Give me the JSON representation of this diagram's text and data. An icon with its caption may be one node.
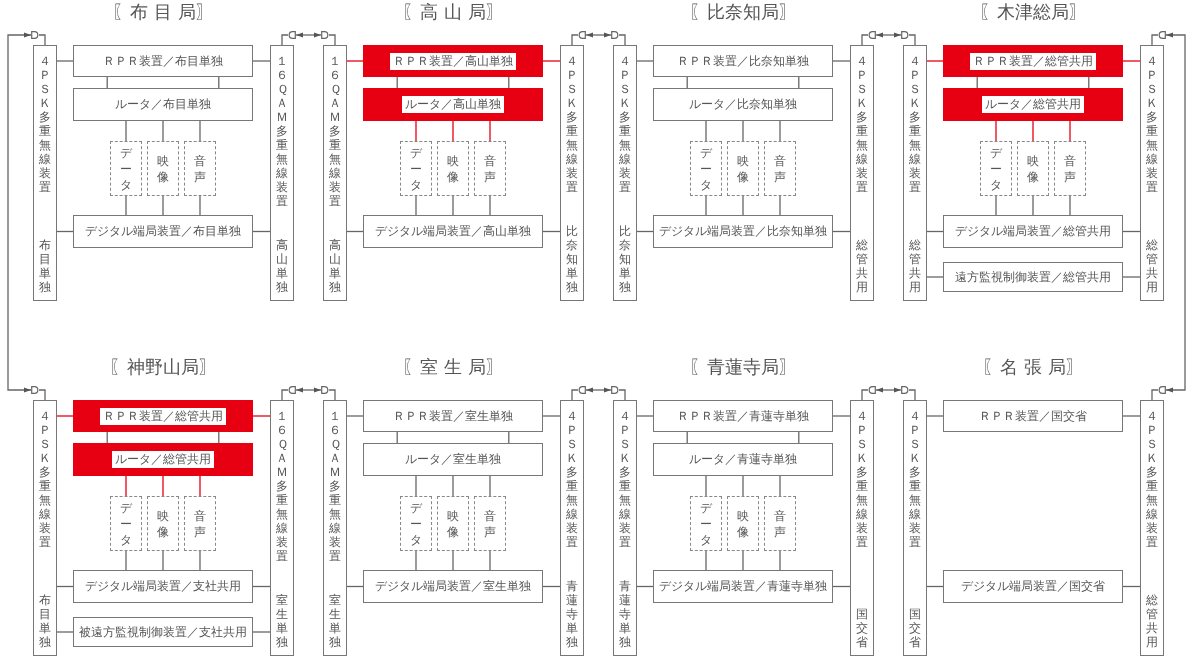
{
  "diagram": {
    "nodes": [
      {
        "text": [],
        "shape": "antenna"
      },
      {
        "text": [
          "４ＰＳＫ多重無線装置",
          "布目単独"
        ]
      },
      {
        "text": [
          "ＲＰＲ装置／布目単独"
        ]
      },
      {
        "text": [
          "ルータ／布目単独"
        ]
      },
      {
        "text": [
          "データ"
        ]
      },
      {
        "text": [
          "映像"
        ]
      },
      {
        "text": [
          "音声"
        ]
      },
      {
        "text": [
          "デジタル端局装置／布目単独"
        ]
      },
      {
        "text": [
          "１６ＱＡＭ多重無線装置",
          "高山単独"
        ]
      },
      {
        "text": [],
        "shape": "antenna"
      },
      {
        "text": [],
        "shape": "antenna"
      },
      {
        "text": [
          "１６ＱＡＭ多重無線装置",
          "高山単独"
        ]
      },
      {
        "text": [
          "ＲＰＲ装置／高山単独"
        ]
      },
      {
        "text": [
          "ルータ／高山単独"
        ]
      },
      {
        "text": [
          "データ"
        ]
      },
      {
        "text": [
          "映像"
        ]
      },
      {
        "text": [
          "音声"
        ]
      },
      {
        "text": [
          "デジタル端局装置／高山単独"
        ]
      },
      {
        "text": [
          "４ＰＳＫ多重無線装置",
          "比奈知単独"
        ]
      },
      {
        "text": [],
        "shape": "antenna"
      },
      {
        "text": [],
        "shape": "antenna"
      },
      {
        "text": [
          "４ＰＳＫ多重無線装置",
          "比奈知単独"
        ]
      },
      {
        "text": [
          "ＲＰＲ装置／比奈知単独"
        ]
      },
      {
        "text": [
          "ルータ／比奈知単独"
        ]
      },
      {
        "text": [
          "データ"
        ]
      },
      {
        "text": [
          "映像"
        ]
      },
      {
        "text": [
          "音声"
        ]
      },
      {
        "text": [
          "デジタル端局装置／比奈知単独"
        ]
      },
      {
        "text": [
          "４ＰＳＫ多重無線装置",
          "総管共用"
        ]
      },
      {
        "text": [],
        "shape": "antenna"
      },
      {
        "text": [],
        "shape": "antenna"
      },
      {
        "text": [
          "４ＰＳＫ多重無線装置",
          "総管共用"
        ]
      },
      {
        "text": [
          "ＲＰＲ装置／総管共用"
        ]
      },
      {
        "text": [
          "ルータ／総管共用"
        ]
      },
      {
        "text": [
          "データ"
        ]
      },
      {
        "text": [
          "映像"
        ]
      },
      {
        "text": [
          "音声"
        ]
      },
      {
        "text": [
          "デジタル端局装置／総管共用"
        ]
      },
      {
        "text": [
          "遠方監視制御装置／総管共用"
        ]
      },
      {
        "text": [
          "４ＰＳＫ多重無線装置",
          "総管共用"
        ]
      },
      {
        "text": [],
        "shape": "antenna"
      },
      {
        "text": [],
        "shape": "antenna"
      },
      {
        "text": [
          "４ＰＳＫ多重無線装置",
          "布目単独"
        ]
      },
      {
        "text": [
          "ＲＰＲ装置／総管共用"
        ]
      },
      {
        "text": [
          "ルータ／総管共用"
        ]
      },
      {
        "text": [
          "データ"
        ]
      },
      {
        "text": [
          "映像"
        ]
      },
      {
        "text": [
          "音声"
        ]
      },
      {
        "text": [
          "デジタル端局装置／支社共用"
        ]
      },
      {
        "text": [
          "被遠方監視制御装置／支社共用"
        ]
      },
      {
        "text": [
          "１６ＱＡＭ多重無線装置",
          "室生単独"
        ]
      },
      {
        "text": [],
        "shape": "antenna"
      },
      {
        "text": [],
        "shape": "antenna"
      },
      {
        "text": [
          "１６ＱＡＭ多重無線装置",
          "室生単独"
        ]
      },
      {
        "text": [
          "ＲＰＲ装置／室生単独"
        ]
      },
      {
        "text": [
          "ルータ／室生単独"
        ]
      },
      {
        "text": [
          "データ"
        ]
      },
      {
        "text": [
          "映像"
        ]
      },
      {
        "text": [
          "音声"
        ]
      },
      {
        "text": [
          "デジタル端局装置／室生単独"
        ]
      },
      {
        "text": [
          "４ＰＳＫ多重無線装置",
          "青蓮寺単独"
        ]
      },
      {
        "text": [],
        "shape": "antenna"
      },
      {
        "text": [],
        "shape": "antenna"
      },
      {
        "text": [
          "４ＰＳＫ多重無線装置",
          "青蓮寺単独"
        ]
      },
      {
        "text": [
          "ＲＰＲ装置／青蓮寺単独"
        ]
      },
      {
        "text": [
          "ルータ／青蓮寺単独"
        ]
      },
      {
        "text": [
          "データ"
        ]
      },
      {
        "text": [
          "映像"
        ]
      },
      {
        "text": [
          "音声"
        ]
      },
      {
        "text": [
          "デジタル端局装置／青蓮寺単独"
        ]
      },
      {
        "text": [
          "４ＰＳＫ多重無線装置",
          "国交省"
        ]
      },
      {
        "text": [],
        "shape": "antenna"
      },
      {
        "text": [],
        "shape": "antenna"
      },
      {
        "text": [
          "４ＰＳＫ多重無線装置",
          "国交省"
        ]
      },
      {
        "text": [
          "ＲＰＲ装置／国交省"
        ]
      },
      {
        "text": [
          "デジタル端局装置／国交省"
        ]
      },
      {
        "text": [
          "４ＰＳＫ多重無線装置",
          "総管共用"
        ]
      },
      {
        "text": [],
        "shape": "antenna"
      }
    ],
    "edges": [
      {
        "from": 0,
        "to": 1,
        "arrow": "none"
      },
      {
        "from": 1,
        "to": 2,
        "arrow": "none"
      },
      {
        "from": 2,
        "to": 8,
        "arrow": "none"
      },
      {
        "from": 2,
        "to": 3,
        "arrow": "none"
      },
      {
        "from": 2,
        "to": 3,
        "arrow": "none"
      },
      {
        "from": 3,
        "to": 4,
        "arrow": "none"
      },
      {
        "from": 3,
        "to": 5,
        "arrow": "none"
      },
      {
        "from": 3,
        "to": 6,
        "arrow": "none"
      },
      {
        "from": 4,
        "to": 7,
        "arrow": "none"
      },
      {
        "from": 5,
        "to": 7,
        "arrow": "none"
      },
      {
        "from": 6,
        "to": 7,
        "arrow": "none"
      },
      {
        "from": 1,
        "to": 7,
        "arrow": "none"
      },
      {
        "from": 7,
        "to": 8,
        "arrow": "none"
      },
      {
        "from": 8,
        "to": 9,
        "arrow": "none"
      },
      {
        "from": 10,
        "to": 11,
        "arrow": "none"
      },
      {
        "from": 11,
        "to": 12,
        "arrow": "none",
        "color": "#e60012"
      },
      {
        "from": 12,
        "to": 18,
        "arrow": "none",
        "color": "#e60012"
      },
      {
        "from": 12,
        "to": 13,
        "arrow": "none"
      },
      {
        "from": 12,
        "to": 13,
        "arrow": "none"
      },
      {
        "from": 13,
        "to": 14,
        "arrow": "none",
        "color": "#e60012"
      },
      {
        "from": 13,
        "to": 15,
        "arrow": "none",
        "color": "#e60012"
      },
      {
        "from": 13,
        "to": 16,
        "arrow": "none",
        "color": "#e60012"
      },
      {
        "from": 14,
        "to": 17,
        "arrow": "none"
      },
      {
        "from": 15,
        "to": 17,
        "arrow": "none"
      },
      {
        "from": 16,
        "to": 17,
        "arrow": "none"
      },
      {
        "from": 11,
        "to": 17,
        "arrow": "none"
      },
      {
        "from": 17,
        "to": 18,
        "arrow": "none"
      },
      {
        "from": 18,
        "to": 19,
        "arrow": "none"
      },
      {
        "from": 20,
        "to": 21,
        "arrow": "none"
      },
      {
        "from": 21,
        "to": 22,
        "arrow": "none"
      },
      {
        "from": 22,
        "to": 28,
        "arrow": "none"
      },
      {
        "from": 22,
        "to": 23,
        "arrow": "none"
      },
      {
        "from": 22,
        "to": 23,
        "arrow": "none"
      },
      {
        "from": 23,
        "to": 24,
        "arrow": "none"
      },
      {
        "from": 23,
        "to": 25,
        "arrow": "none"
      },
      {
        "from": 23,
        "to": 26,
        "arrow": "none"
      },
      {
        "from": 24,
        "to": 27,
        "arrow": "none"
      },
      {
        "from": 25,
        "to": 27,
        "arrow": "none"
      },
      {
        "from": 26,
        "to": 27,
        "arrow": "none"
      },
      {
        "from": 21,
        "to": 27,
        "arrow": "none"
      },
      {
        "from": 27,
        "to": 28,
        "arrow": "none"
      },
      {
        "from": 28,
        "to": 29,
        "arrow": "none"
      },
      {
        "from": 30,
        "to": 31,
        "arrow": "none"
      },
      {
        "from": 31,
        "to": 32,
        "arrow": "none",
        "color": "#e60012"
      },
      {
        "from": 32,
        "to": 39,
        "arrow": "none",
        "color": "#e60012"
      },
      {
        "from": 32,
        "to": 33,
        "arrow": "none"
      },
      {
        "from": 32,
        "to": 33,
        "arrow": "none"
      },
      {
        "from": 33,
        "to": 34,
        "arrow": "none",
        "color": "#e60012"
      },
      {
        "from": 33,
        "to": 35,
        "arrow": "none",
        "color": "#e60012"
      },
      {
        "from": 33,
        "to": 36,
        "arrow": "none",
        "color": "#e60012"
      },
      {
        "from": 34,
        "to": 37,
        "arrow": "none"
      },
      {
        "from": 35,
        "to": 37,
        "arrow": "none"
      },
      {
        "from": 36,
        "to": 37,
        "arrow": "none"
      },
      {
        "from": 31,
        "to": 37,
        "arrow": "none"
      },
      {
        "from": 37,
        "to": 39,
        "arrow": "none"
      },
      {
        "from": 31,
        "to": 38,
        "arrow": "none"
      },
      {
        "from": 38,
        "to": 39,
        "arrow": "none"
      },
      {
        "from": 39,
        "to": 40,
        "arrow": "none"
      },
      {
        "from": 41,
        "to": 42,
        "arrow": "none"
      },
      {
        "from": 42,
        "to": 43,
        "arrow": "none",
        "color": "#e60012"
      },
      {
        "from": 43,
        "to": 50,
        "arrow": "none",
        "color": "#e60012"
      },
      {
        "from": 43,
        "to": 44,
        "arrow": "none"
      },
      {
        "from": 43,
        "to": 44,
        "arrow": "none"
      },
      {
        "from": 44,
        "to": 45,
        "arrow": "none",
        "color": "#e60012"
      },
      {
        "from": 44,
        "to": 46,
        "arrow": "none",
        "color": "#e60012"
      },
      {
        "from": 44,
        "to": 47,
        "arrow": "none",
        "color": "#e60012"
      },
      {
        "from": 45,
        "to": 48,
        "arrow": "none"
      },
      {
        "from": 46,
        "to": 48,
        "arrow": "none"
      },
      {
        "from": 47,
        "to": 48,
        "arrow": "none"
      },
      {
        "from": 42,
        "to": 48,
        "arrow": "none"
      },
      {
        "from": 48,
        "to": 50,
        "arrow": "none"
      },
      {
        "from": 42,
        "to": 49,
        "arrow": "none"
      },
      {
        "from": 49,
        "to": 50,
        "arrow": "none"
      },
      {
        "from": 50,
        "to": 51,
        "arrow": "none"
      },
      {
        "from": 52,
        "to": 53,
        "arrow": "none"
      },
      {
        "from": 53,
        "to": 54,
        "arrow": "none"
      },
      {
        "from": 54,
        "to": 60,
        "arrow": "none"
      },
      {
        "from": 54,
        "to": 55,
        "arrow": "none"
      },
      {
        "from": 54,
        "to": 55,
        "arrow": "none"
      },
      {
        "from": 55,
        "to": 56,
        "arrow": "none"
      },
      {
        "from": 55,
        "to": 57,
        "arrow": "none"
      },
      {
        "from": 55,
        "to": 58,
        "arrow": "none"
      },
      {
        "from": 56,
        "to": 59,
        "arrow": "none"
      },
      {
        "from": 57,
        "to": 59,
        "arrow": "none"
      },
      {
        "from": 58,
        "to": 59,
        "arrow": "none"
      },
      {
        "from": 53,
        "to": 59,
        "arrow": "none"
      },
      {
        "from": 59,
        "to": 60,
        "arrow": "none"
      },
      {
        "from": 60,
        "to": 61,
        "arrow": "none"
      },
      {
        "from": 62,
        "to": 63,
        "arrow": "none"
      },
      {
        "from": 63,
        "to": 64,
        "arrow": "none"
      },
      {
        "from": 64,
        "to": 70,
        "arrow": "none"
      },
      {
        "from": 64,
        "to": 65,
        "arrow": "none"
      },
      {
        "from": 64,
        "to": 65,
        "arrow": "none"
      },
      {
        "from": 65,
        "to": 66,
        "arrow": "none"
      },
      {
        "from": 65,
        "to": 67,
        "arrow": "none"
      },
      {
        "from": 65,
        "to": 68,
        "arrow": "none"
      },
      {
        "from": 66,
        "to": 69,
        "arrow": "none"
      },
      {
        "from": 67,
        "to": 69,
        "arrow": "none"
      },
      {
        "from": 68,
        "to": 69,
        "arrow": "none"
      },
      {
        "from": 63,
        "to": 69,
        "arrow": "none"
      },
      {
        "from": 69,
        "to": 70,
        "arrow": "none"
      },
      {
        "from": 70,
        "to": 71,
        "arrow": "none"
      },
      {
        "from": 72,
        "to": 73,
        "arrow": "none"
      },
      {
        "from": 73,
        "to": 74,
        "arrow": "none"
      },
      {
        "from": 74,
        "to": 76,
        "arrow": "none"
      },
      {
        "from": 73,
        "to": 75,
        "arrow": "none"
      },
      {
        "from": 75,
        "to": 76,
        "arrow": "none"
      },
      {
        "from": 76,
        "to": 77,
        "arrow": "none"
      },
      {
        "from": 9,
        "to": 10,
        "arrow": "both"
      },
      {
        "from": 19,
        "to": 20,
        "arrow": "both"
      },
      {
        "from": 29,
        "to": 30,
        "arrow": "both"
      },
      {
        "from": 51,
        "to": 52,
        "arrow": "both"
      },
      {
        "from": 61,
        "to": 62,
        "arrow": "both"
      },
      {
        "from": 71,
        "to": 72,
        "arrow": "both"
      },
      {
        "from": 0,
        "to": 41,
        "arrow": "both"
      },
      {
        "from": 40,
        "to": 77,
        "arrow": "both"
      }
    ],
    "labels": [
      "〖布 目 局〗",
      "〖高 山 局〗",
      "〖比奈知局〗",
      "〖木津総局〗",
      "〖神野山局〗",
      "〖室 生 局〗",
      "〖青蓮寺局〗",
      "〖名 張 局〗"
    ]
  }
}
